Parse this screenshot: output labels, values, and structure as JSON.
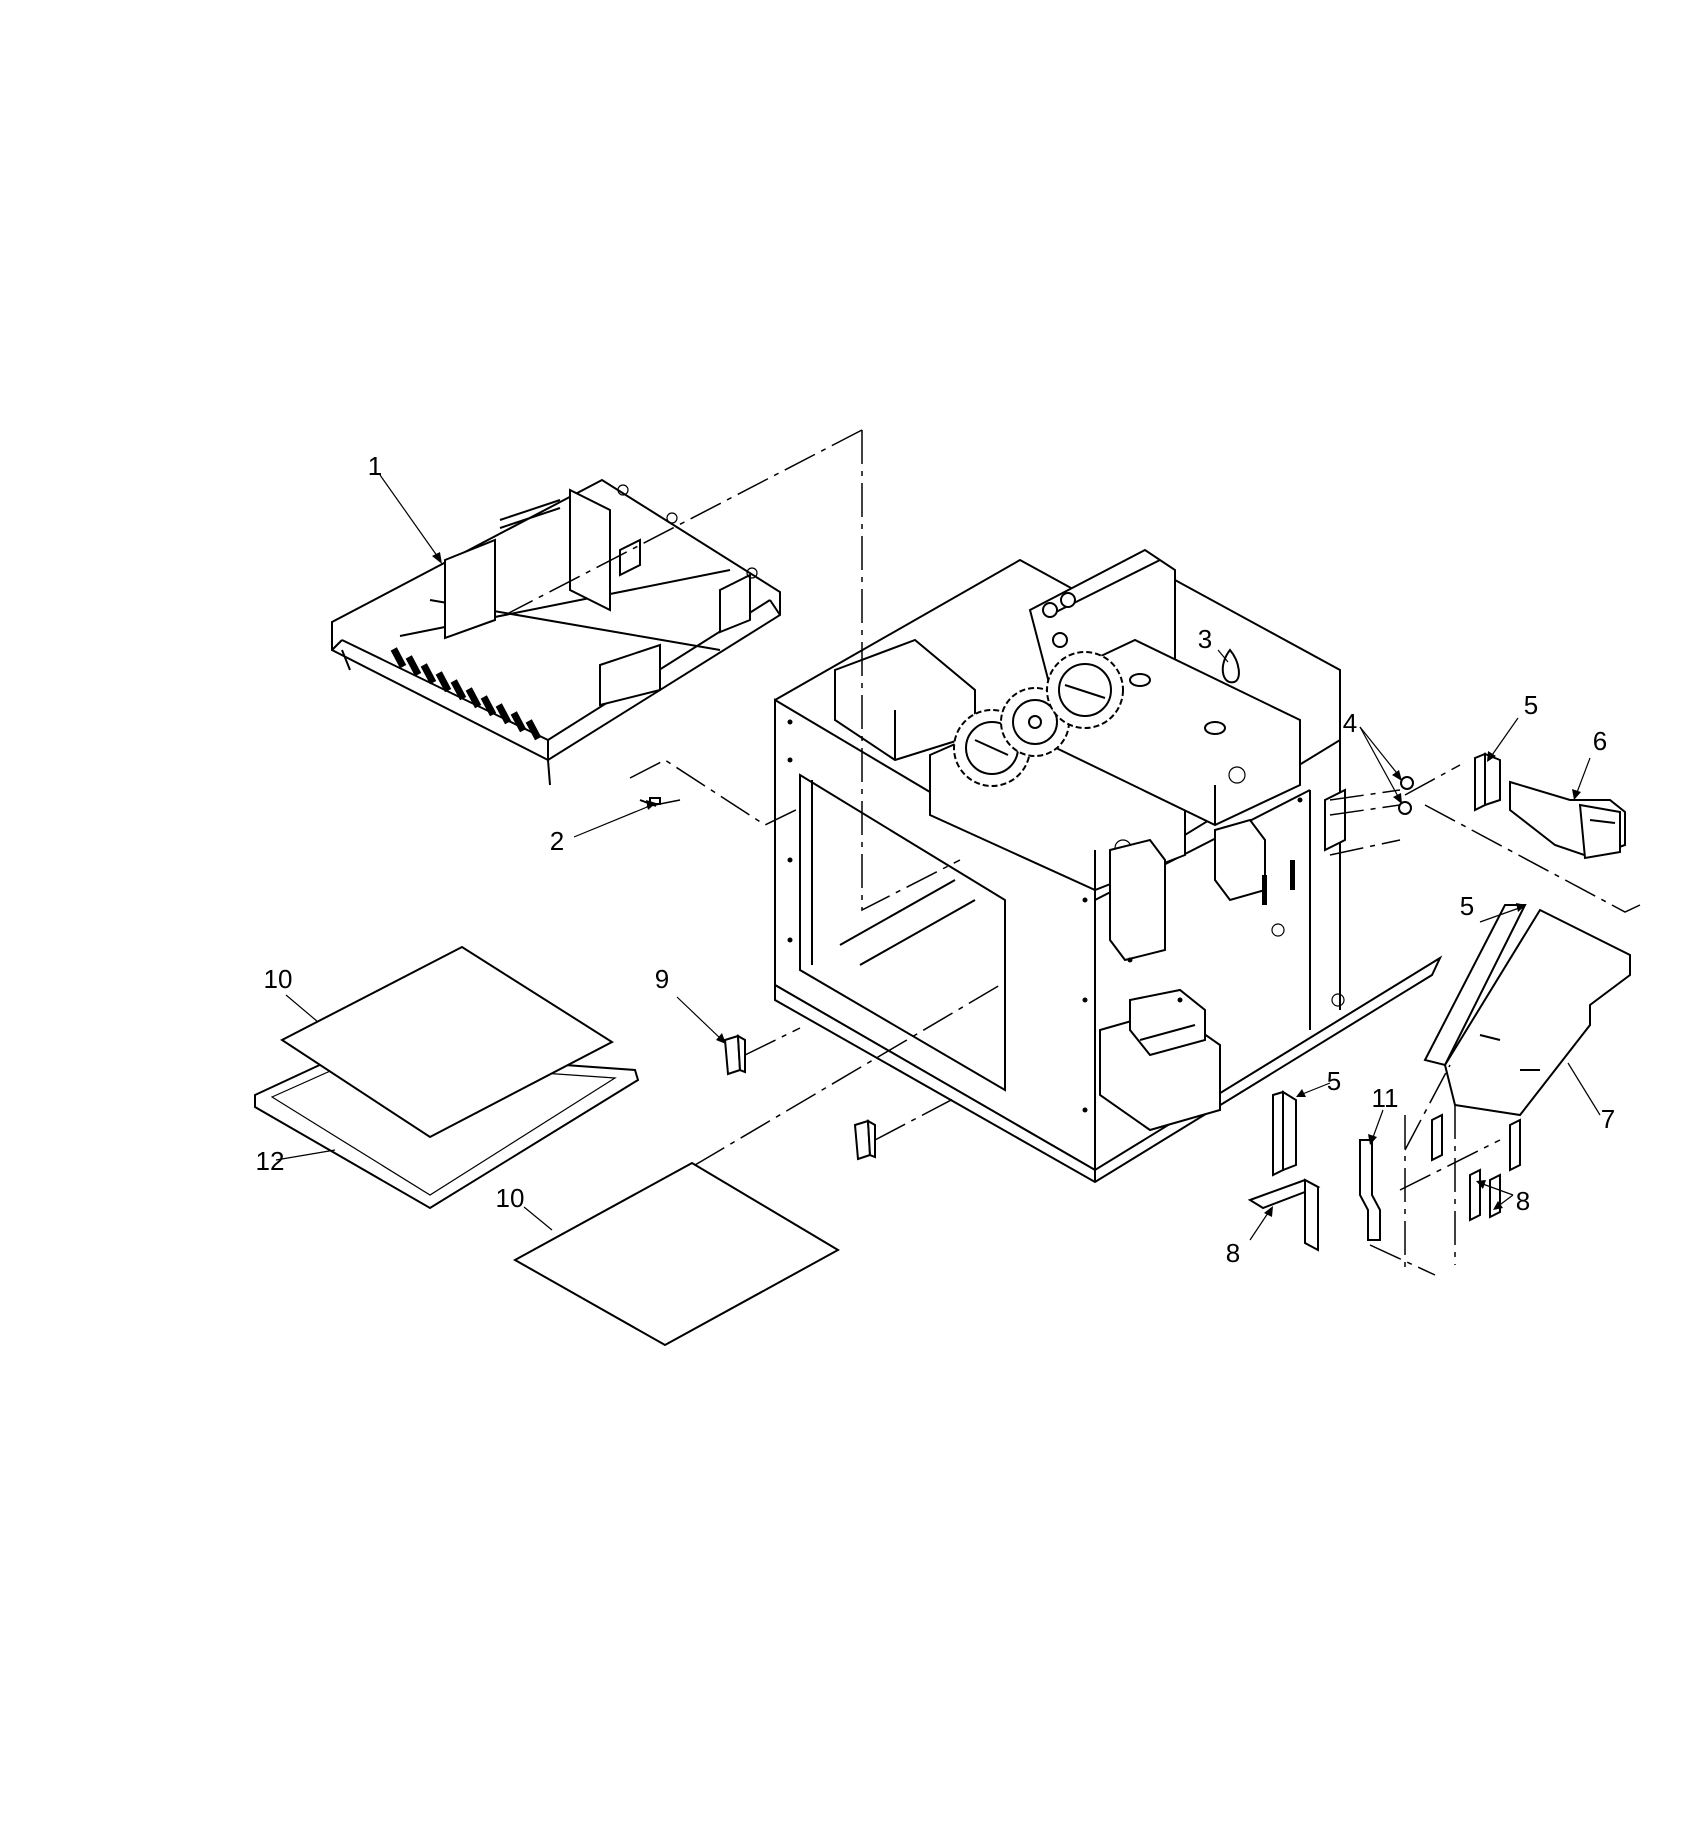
{
  "callouts": [
    {
      "id": "c1",
      "label": "1"
    },
    {
      "id": "c2",
      "label": "2"
    },
    {
      "id": "c3",
      "label": "3"
    },
    {
      "id": "c4",
      "label": "4"
    },
    {
      "id": "c5a",
      "label": "5"
    },
    {
      "id": "c6",
      "label": "6"
    },
    {
      "id": "c5b",
      "label": "5"
    },
    {
      "id": "c7",
      "label": "7"
    },
    {
      "id": "c5c",
      "label": "5"
    },
    {
      "id": "c11",
      "label": "11"
    },
    {
      "id": "c8a",
      "label": "8"
    },
    {
      "id": "c8b",
      "label": "8"
    },
    {
      "id": "c9",
      "label": "9"
    },
    {
      "id": "c10a",
      "label": "10"
    },
    {
      "id": "c10b",
      "label": "10"
    },
    {
      "id": "c12",
      "label": "12"
    }
  ]
}
